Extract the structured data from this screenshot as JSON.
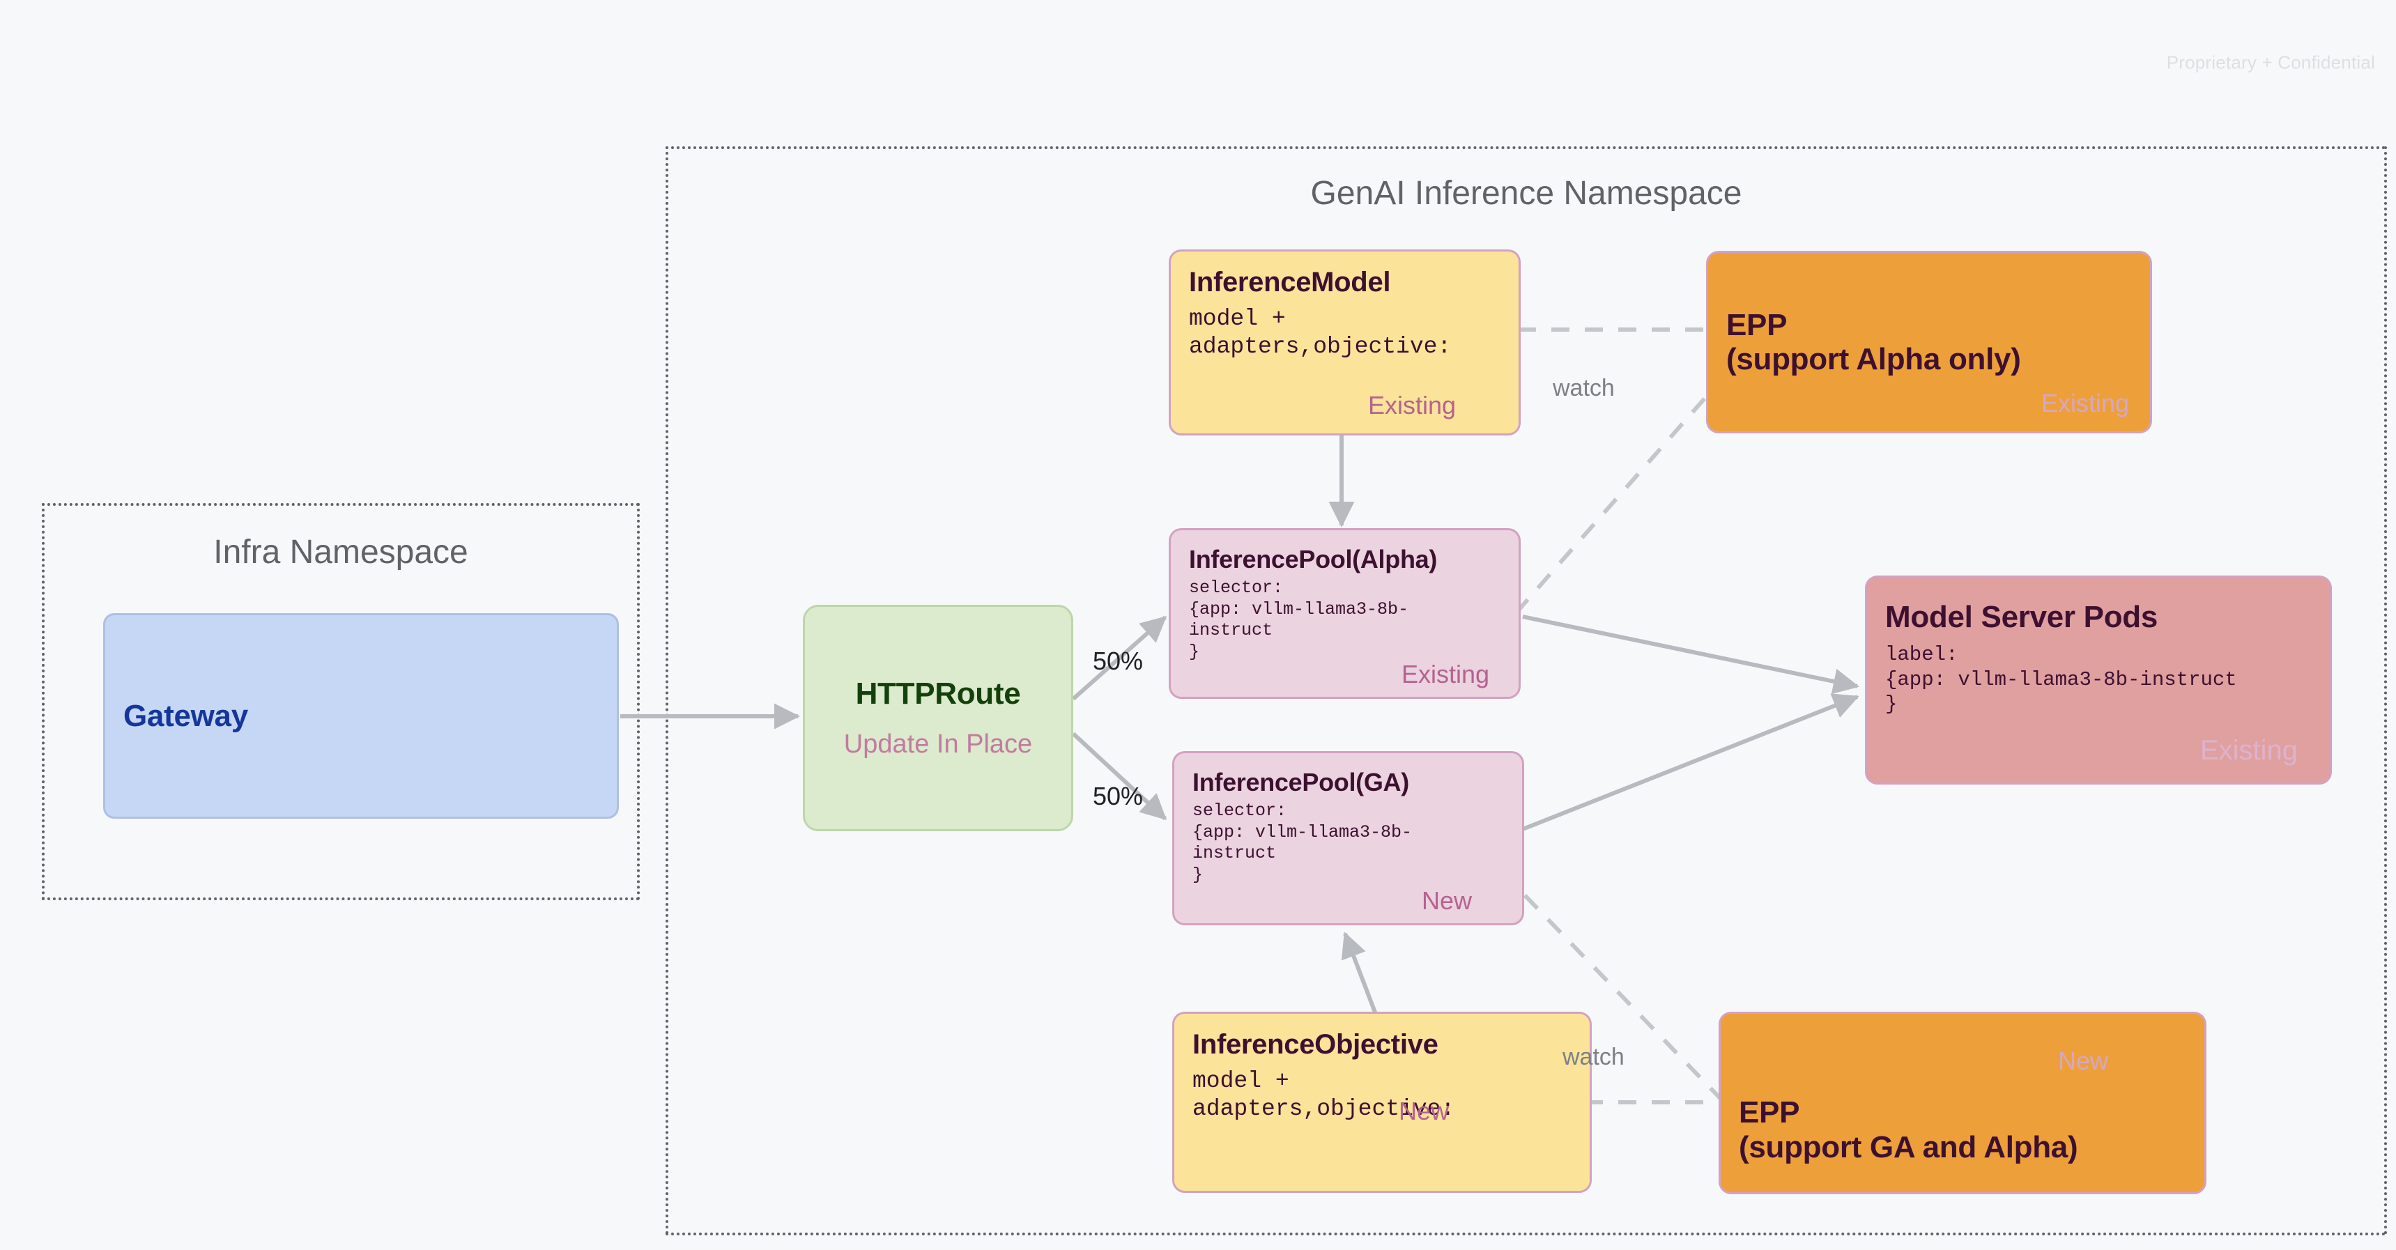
{
  "page": {
    "confidential_notice": "Proprietary + Confidential",
    "background_color": "#f7f8fa"
  },
  "namespaces": [
    {
      "id": "infra",
      "title": "Infra Namespace"
    },
    {
      "id": "genai",
      "title": "GenAI Inference Namespace"
    }
  ],
  "nodes": {
    "gateway": {
      "title": "Gateway",
      "fill": "#c6d7f5",
      "text_color": "#15379b"
    },
    "httproute": {
      "title": "HTTPRoute",
      "subtitle": "Update In Place",
      "fill": "#dceace",
      "text_color": "#14410b",
      "subtitle_color": "#c27ba0"
    },
    "inference_model": {
      "title": "InferenceModel",
      "body": "model +\nadapters,objective:",
      "badge": "Existing",
      "fill": "#fbe39a"
    },
    "inference_pool_alpha": {
      "title": "InferencePool(Alpha)",
      "body": "selector:\n{app: vllm-llama3-8b-instruct\n}",
      "badge": "Existing",
      "fill": "#ebd3e0"
    },
    "inference_pool_ga": {
      "title": "InferencePool(GA)",
      "body": "selector:\n{app: vllm-llama3-8b-instruct\n}",
      "badge": "New",
      "fill": "#ebd3e0"
    },
    "inference_objective": {
      "title": "InferenceObjective",
      "body": "model +\nadapters,objective:",
      "badge": "New",
      "fill": "#fbe39a"
    },
    "epp_alpha": {
      "title": "EPP\n(support Alpha only)",
      "badge": "Existing",
      "fill": "#eda03a"
    },
    "epp_ga": {
      "title": "EPP\n(support GA and Alpha)",
      "badge": "New",
      "fill": "#eda03a"
    },
    "model_server_pods": {
      "title": "Model Server Pods",
      "body": "label:\n{app: vllm-llama3-8b-instruct\n}",
      "badge": "Existing",
      "fill": "#e0a0a0"
    }
  },
  "edge_labels": {
    "split_top": "50%",
    "split_bottom": "50%",
    "watch_top": "watch",
    "watch_bottom": "watch"
  },
  "colors": {
    "edge_stroke": "#b7bbc0",
    "node_border": "#d3a2c0",
    "badge": "#b5628f",
    "namespace_border": "#5f6368",
    "namespace_title": "#5f6368",
    "confidential": "#dedfe2"
  }
}
